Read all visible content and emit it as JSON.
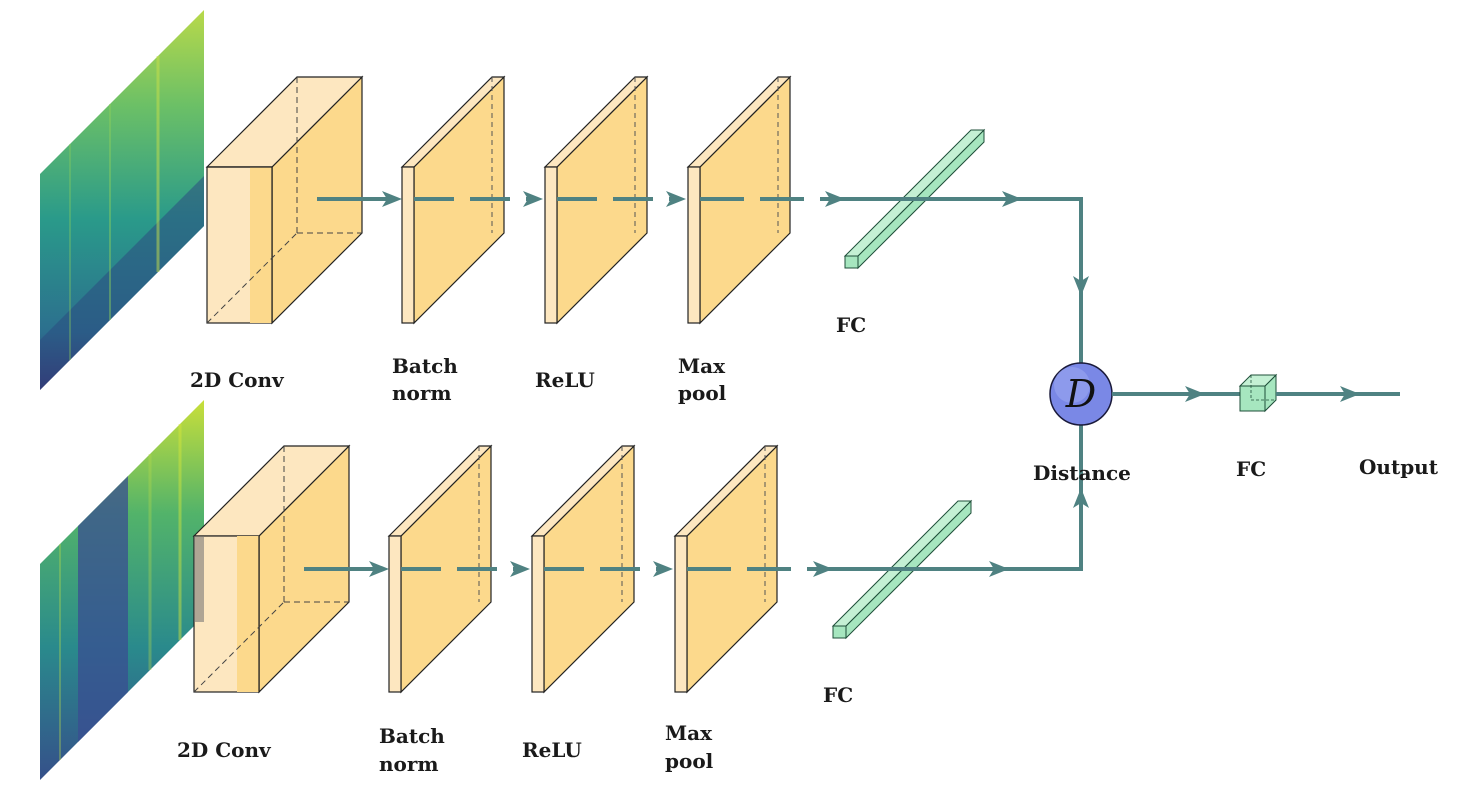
{
  "colors": {
    "block_front": "#fde7c0",
    "block_right": "#fcd98c",
    "block_face": "#fcd98c",
    "fc_block": "#a6e6bf",
    "connector": "#4f8282",
    "distance_node": "#7a88e6"
  },
  "branches": [
    {
      "labels": {
        "conv": "2D Conv",
        "bn_line1": "Batch",
        "bn_line2": "norm",
        "relu": "ReLU",
        "pool_line1": "Max",
        "pool_line2": "pool",
        "fc": "FC"
      }
    },
    {
      "labels": {
        "conv": "2D Conv",
        "bn_line1": "Batch",
        "bn_line2": "norm",
        "relu": "ReLU",
        "pool_line1": "Max",
        "pool_line2": "pool",
        "fc": "FC"
      }
    }
  ],
  "distance": {
    "symbol": "D",
    "label": "Distance"
  },
  "fc_out": {
    "label": "FC"
  },
  "output": {
    "label": "Output"
  }
}
